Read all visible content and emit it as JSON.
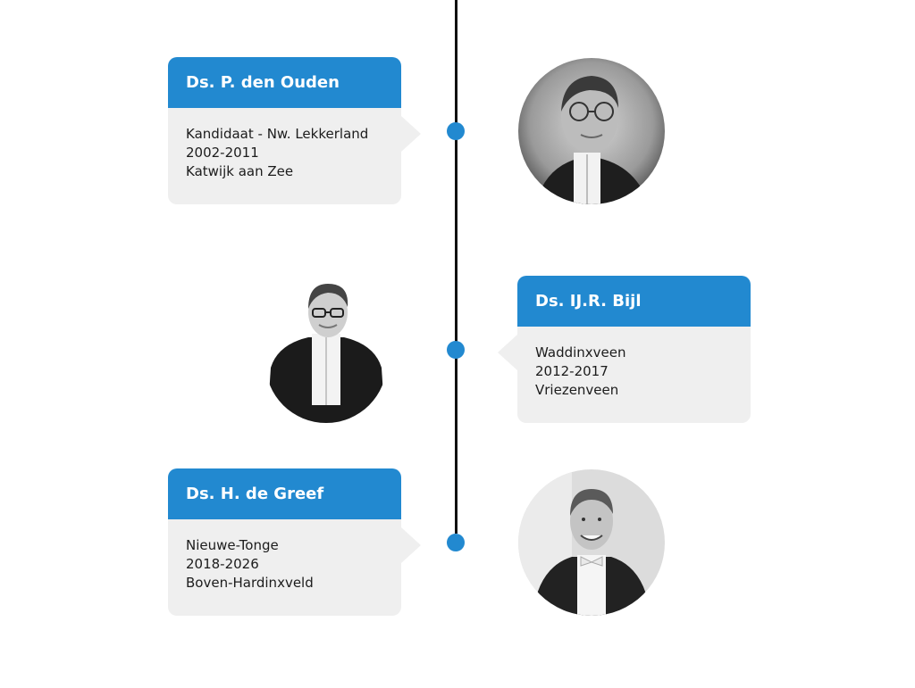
{
  "colors": {
    "accent": "#2289d0",
    "card_bg": "#efefef",
    "line": "#111111"
  },
  "entries": [
    {
      "name": "Ds. P. den Ouden",
      "lines": [
        "Kandidaat - Nw. Lekkerland",
        "2002-2011",
        "Katwijk aan Zee"
      ],
      "portrait": "pastor-portrait-glasses"
    },
    {
      "name": "Ds. IJ.R. Bijl",
      "lines": [
        "Waddinxveen",
        "2012-2017",
        "Vriezenveen"
      ],
      "portrait": "pastor-portrait-glasses-cutout"
    },
    {
      "name": "Ds. H. de Greef",
      "lines": [
        "Nieuwe-Tonge",
        "2018-2026",
        "Boven-Hardinxveld"
      ],
      "portrait": "pastor-portrait-smiling"
    }
  ]
}
